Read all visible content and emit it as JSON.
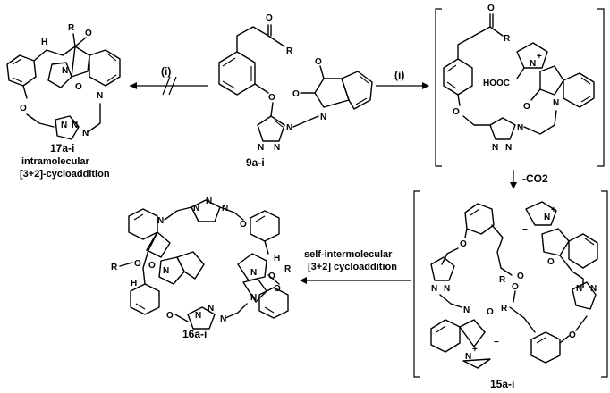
{
  "compounds": {
    "start": "9a-i",
    "intermediate": "15a-i",
    "blocked_product": "17a-i",
    "final_product": "16a-i"
  },
  "conditions": {
    "reagent_left": "(i)",
    "reagent_right": "(i)",
    "decarboxylation": "-CO2"
  },
  "captions": {
    "intramolecular_line1": "intramolecular",
    "intramolecular_line2": "[3+2]-cycloaddition",
    "selfinter_line1": "self-intermolecular",
    "selfinter_line2": "[3+2] cycloaddition"
  },
  "atoms": {
    "O": "O",
    "N": "N",
    "R": "R",
    "H": "H",
    "HOOC": "HOOC",
    "plus": "+",
    "minus": "−"
  }
}
